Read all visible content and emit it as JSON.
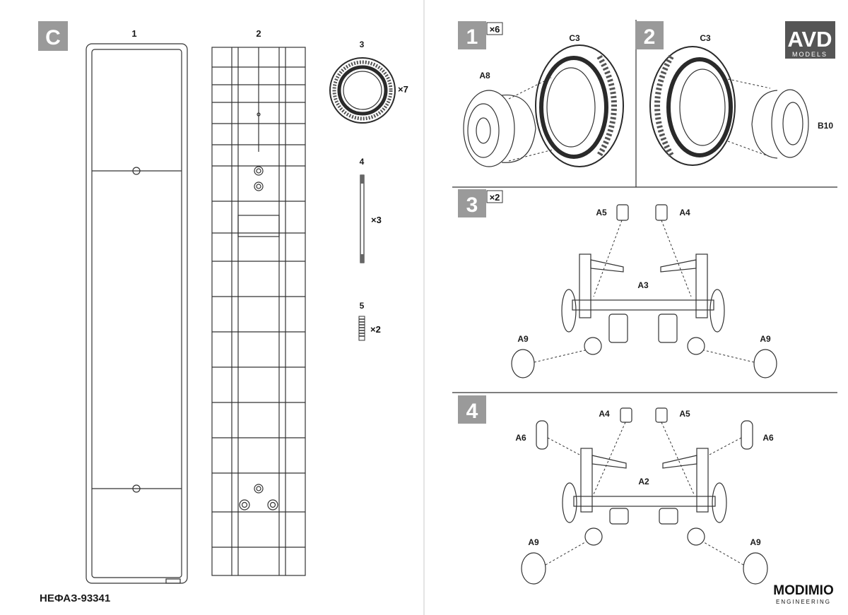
{
  "left_page": {
    "sprue_letter": "C",
    "parts": [
      {
        "num": "1"
      },
      {
        "num": "2"
      },
      {
        "num": "3",
        "qty": "×7"
      },
      {
        "num": "4",
        "qty": "×3"
      },
      {
        "num": "5",
        "qty": "×2"
      }
    ],
    "model_name": "НЕФАЗ-93341"
  },
  "right_page": {
    "brand_logo": {
      "top": "AVD",
      "bottom": "MODELS"
    },
    "steps": [
      {
        "num": "1",
        "qty": "×6",
        "labels": [
          "A8",
          "C3"
        ]
      },
      {
        "num": "2",
        "labels": [
          "C3",
          "B10"
        ]
      },
      {
        "num": "3",
        "qty": "×2",
        "labels": [
          "A5",
          "A4",
          "A3",
          "A9",
          "A9"
        ]
      },
      {
        "num": "4",
        "labels": [
          "A4",
          "A5",
          "A6",
          "A6",
          "A2",
          "A9",
          "A9"
        ]
      }
    ],
    "maker_logo": {
      "name": "MODIMIO",
      "sub": "ENGINEERING"
    }
  },
  "colors": {
    "section_box": "#9a9a9a",
    "line": "#333333",
    "tyre": "#2a2a2a"
  }
}
